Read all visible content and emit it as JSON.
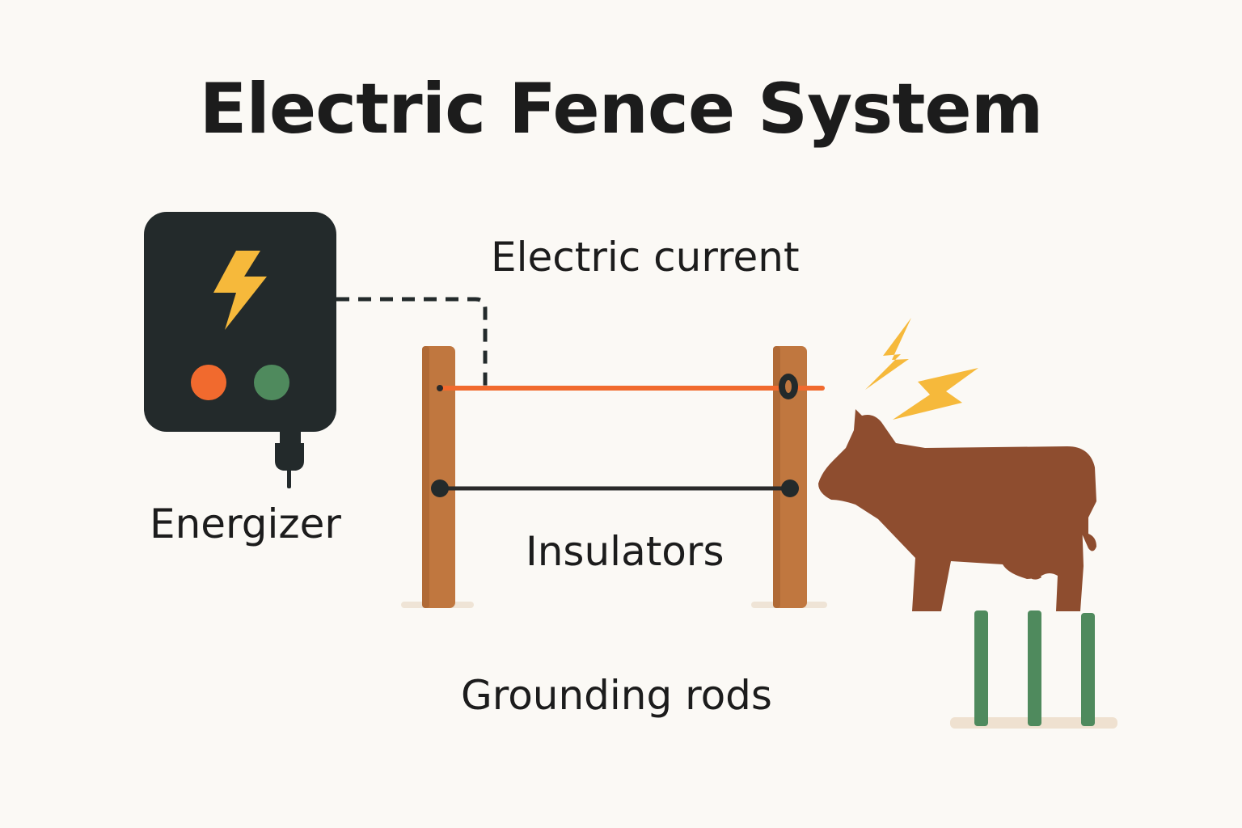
{
  "title": "Electric Fence System",
  "labels": {
    "electric_current": "Electric current",
    "energizer": "Energizer",
    "insulators": "Insulators",
    "grounding_rods": "Grounding rods"
  },
  "icons": {
    "energizer": "lightning-bolt-icon",
    "shock": "lightning-bolt-icon"
  },
  "colors": {
    "background": "#fbf9f5",
    "energizer_body": "#232a2b",
    "bolt": "#f6b93b",
    "indicator_orange": "#f16a2e",
    "indicator_green": "#4f8a5d",
    "live_wire": "#f16a2e",
    "ground_wire": "#2a2a2a",
    "post": "#c0773f",
    "cow": "#8e4d2f",
    "ground_rod": "#4f8a5d"
  }
}
